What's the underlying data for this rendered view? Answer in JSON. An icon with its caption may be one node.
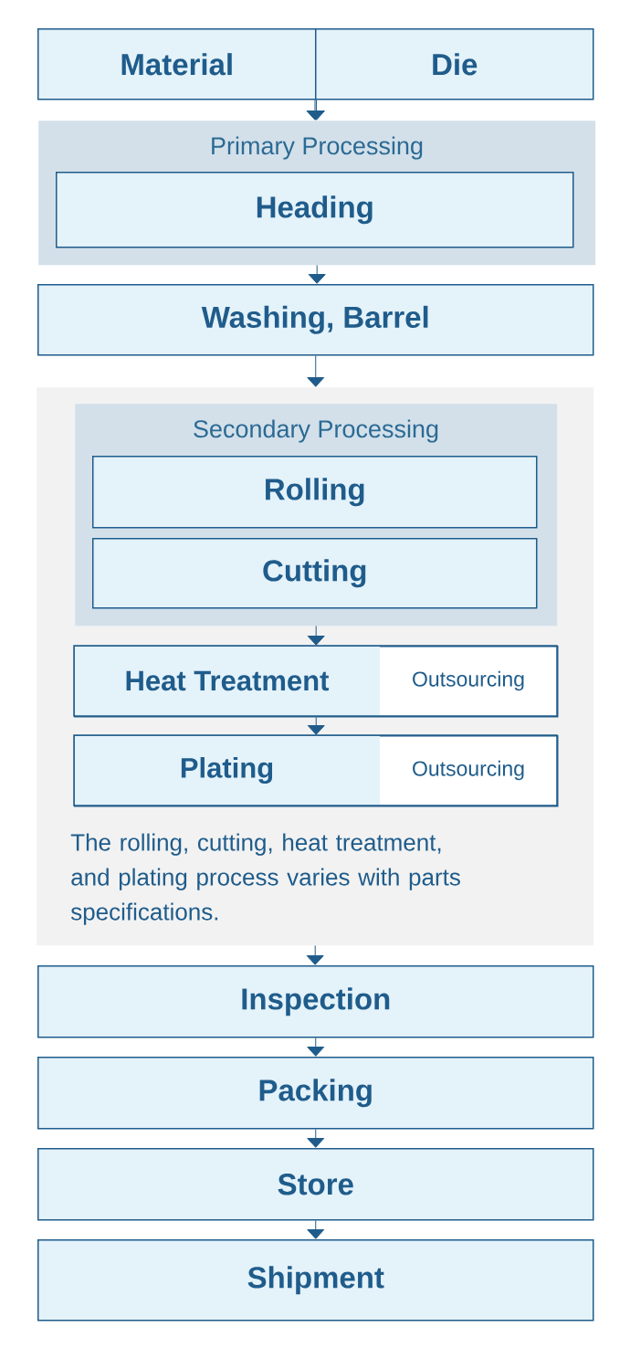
{
  "diagram": {
    "nodes": [
      {
        "text": [
          "Material"
        ]
      },
      {
        "text": [
          "Die"
        ]
      },
      {
        "text": [
          "Primary Processing"
        ]
      },
      {
        "text": [
          "Heading"
        ],
        "in": 2
      },
      {
        "text": [
          "Washing, Barrel"
        ]
      },
      {
        "text": [
          "The rolling, cutting, heat treatment, and plating process varies with parts specifications."
        ]
      },
      {
        "text": [
          "Secondary Processing"
        ],
        "in": 5
      },
      {
        "text": [
          "Rolling"
        ],
        "in": 6
      },
      {
        "text": [
          "Cutting"
        ],
        "in": 6
      },
      {
        "text": [
          "Heat Treatment",
          "Outsourcing"
        ],
        "in": 5
      },
      {
        "text": [
          "Plating",
          "Outsourcing"
        ],
        "in": 5
      },
      {
        "text": [
          "Inspection"
        ]
      },
      {
        "text": [
          "Packing"
        ]
      },
      {
        "text": [
          "Store"
        ]
      },
      {
        "text": [
          "Shipment"
        ]
      }
    ],
    "edges": [
      {
        "from": 0,
        "to": 2,
        "arrow": "to"
      },
      {
        "from": 1,
        "to": 2,
        "arrow": "to"
      },
      {
        "from": 2,
        "to": 4,
        "arrow": "to"
      },
      {
        "from": 4,
        "to": 5,
        "arrow": "to"
      },
      {
        "from": 6,
        "to": 9,
        "arrow": "to"
      },
      {
        "from": 9,
        "to": 10,
        "arrow": "to"
      },
      {
        "from": 5,
        "to": 11,
        "arrow": "to"
      },
      {
        "from": 11,
        "to": 12,
        "arrow": "to"
      },
      {
        "from": 12,
        "to": 13,
        "arrow": "to"
      },
      {
        "from": 13,
        "to": 14,
        "arrow": "to"
      }
    ]
  }
}
